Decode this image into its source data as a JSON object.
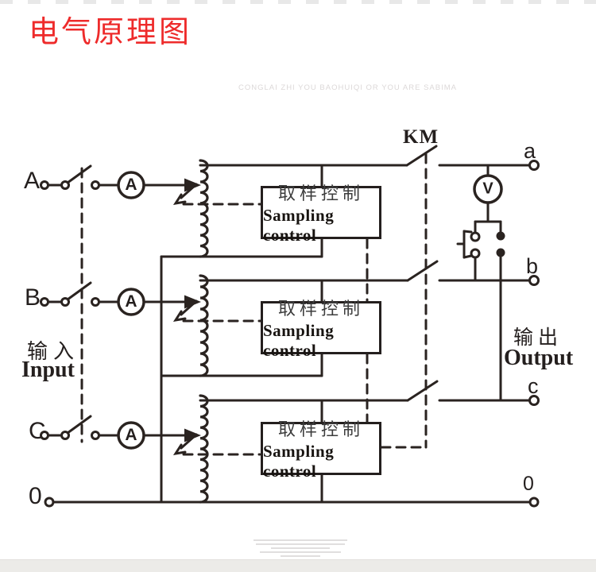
{
  "header": {
    "title": "电气原理图",
    "watermark": "CONGLAI ZHI YOU BAOHUIQI OR YOU ARE SABIMA"
  },
  "input_section": {
    "label_cn": "输入",
    "label_en": "Input",
    "phases": [
      {
        "label": "A"
      },
      {
        "label": "B"
      },
      {
        "label": "C"
      }
    ],
    "neutral_label": "0"
  },
  "output_section": {
    "label_cn": "输出",
    "label_en": "Output",
    "phases": [
      {
        "label": "a"
      },
      {
        "label": "b"
      },
      {
        "label": "c"
      }
    ],
    "neutral_label": "0"
  },
  "contactor": {
    "label": "KM"
  },
  "meters": {
    "ammeters": [
      {
        "label": "A"
      },
      {
        "label": "A"
      },
      {
        "label": "A"
      }
    ],
    "voltmeter": {
      "label": "V"
    }
  },
  "sampling_controls": [
    {
      "label_cn": "取样控制",
      "label_en": "Sampling control"
    },
    {
      "label_cn": "取样控制",
      "label_en": "Sampling control"
    },
    {
      "label_cn": "取样控制",
      "label_en": "Sampling control"
    }
  ],
  "colors": {
    "line": "#2a2320",
    "title_red": "#ee2b2b",
    "watermark_gray": "#dcd8d8",
    "background": "#ffffff"
  }
}
